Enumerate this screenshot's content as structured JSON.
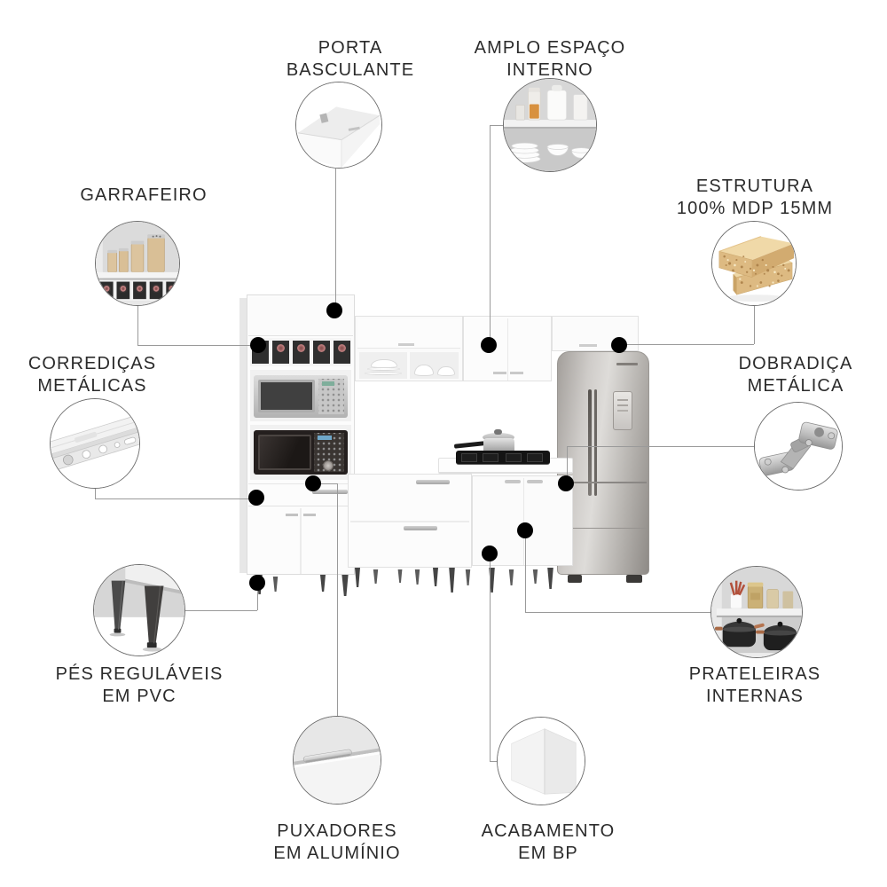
{
  "callouts": [
    {
      "id": "porta-basculante",
      "label": "PORTA\nBASCULANTE"
    },
    {
      "id": "amplo-espaco-interno",
      "label": "AMPLO ESPAÇO\nINTERNO"
    },
    {
      "id": "garrafeiro",
      "label": "GARRAFEIRO"
    },
    {
      "id": "estrutura-mdp",
      "label": "ESTRUTURA\n100% MDP 15MM"
    },
    {
      "id": "corredicas-metalicas",
      "label": "CORREDIÇAS\nMETÁLICAS"
    },
    {
      "id": "dobradica-metalica",
      "label": "DOBRADIÇA\nMETÁLICA"
    },
    {
      "id": "pes-regulaveis",
      "label": "PÉS REGULÁVEIS\nEM PVC"
    },
    {
      "id": "prateleiras-internas",
      "label": "PRATELEIRAS\nINTERNAS"
    },
    {
      "id": "puxadores-aluminio",
      "label": "PUXADORES\nEM ALUMÍNIO"
    },
    {
      "id": "acabamento-bp",
      "label": "ACABAMENTO\nEM BP"
    }
  ],
  "colors": {
    "background": "#ffffff",
    "dot_black": "#000000",
    "connector_line": "#9a9a9a",
    "label_text": "#2b2b2b",
    "circle_border": "#6e6e6e",
    "wood_mdp": "#dcb87f",
    "bottle_rose": "#c07f7f",
    "copper_handle": "#b5744f",
    "amber_jar": "#d8913f",
    "utensil_red": "#b2503b",
    "steel_light": "#dedcd9",
    "steel_dark": "#8e8a86"
  }
}
